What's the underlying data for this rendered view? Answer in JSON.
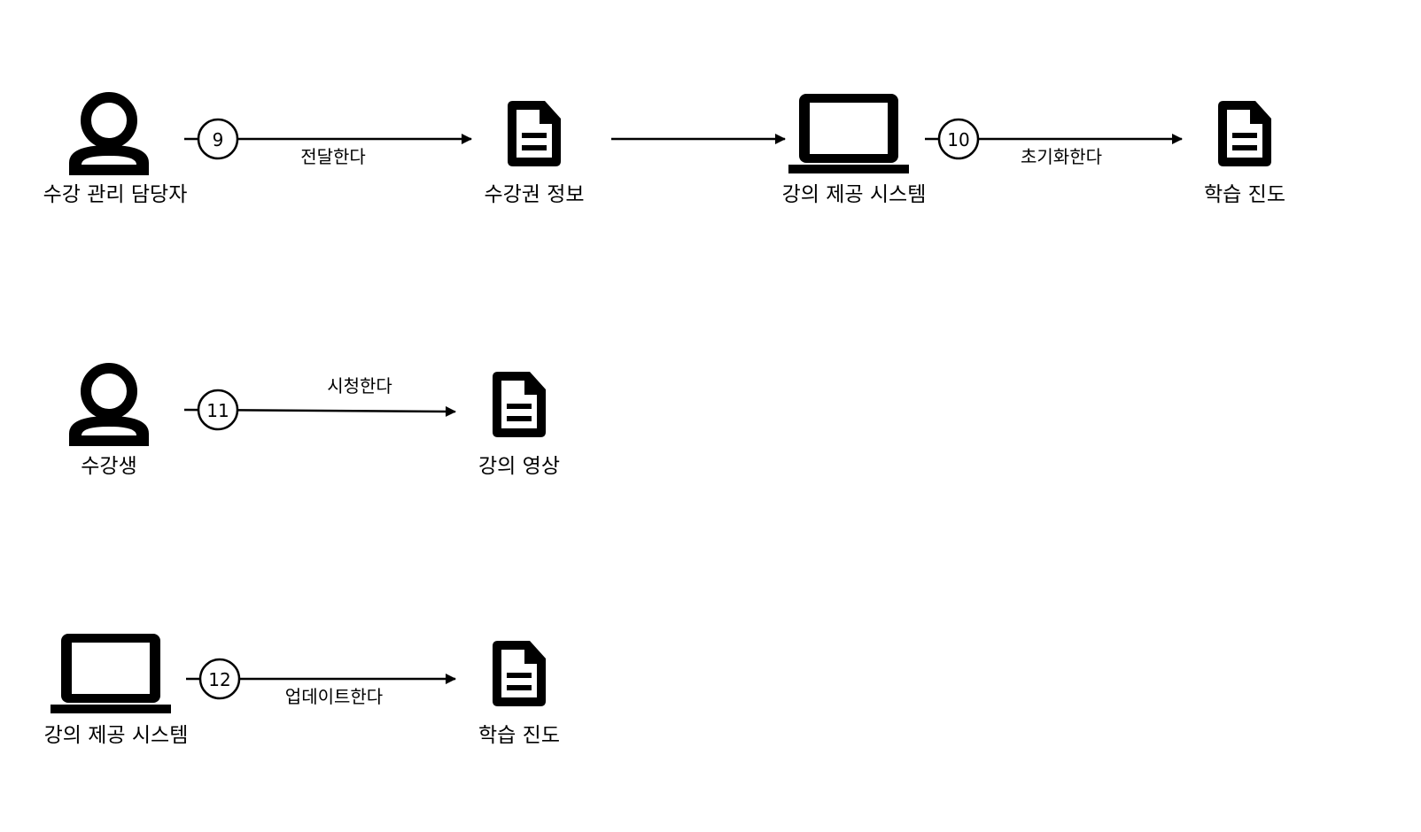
{
  "rows": [
    {
      "nodes": [
        {
          "label": "수강 관리 담당자",
          "icon": "person-icon"
        },
        {
          "label": "수강권 정보",
          "icon": "document-icon"
        },
        {
          "label": "강의 제공 시스템",
          "icon": "laptop-icon"
        },
        {
          "label": "학습 진도",
          "icon": "document-icon"
        }
      ],
      "edges": [
        {
          "number": "9",
          "label": "전달한다"
        },
        {
          "number": "",
          "label": ""
        },
        {
          "number": "10",
          "label": "초기화한다"
        }
      ]
    },
    {
      "nodes": [
        {
          "label": "수강생",
          "icon": "person-icon"
        },
        {
          "label": "강의 영상",
          "icon": "document-icon"
        }
      ],
      "edges": [
        {
          "number": "11",
          "label": "시청한다"
        }
      ]
    },
    {
      "nodes": [
        {
          "label": "강의 제공 시스템",
          "icon": "laptop-icon"
        },
        {
          "label": "학습 진도",
          "icon": "document-icon"
        }
      ],
      "edges": [
        {
          "number": "12",
          "label": "업데이트한다"
        }
      ]
    }
  ],
  "colors": {
    "stroke": "#000000",
    "background": "#ffffff"
  }
}
